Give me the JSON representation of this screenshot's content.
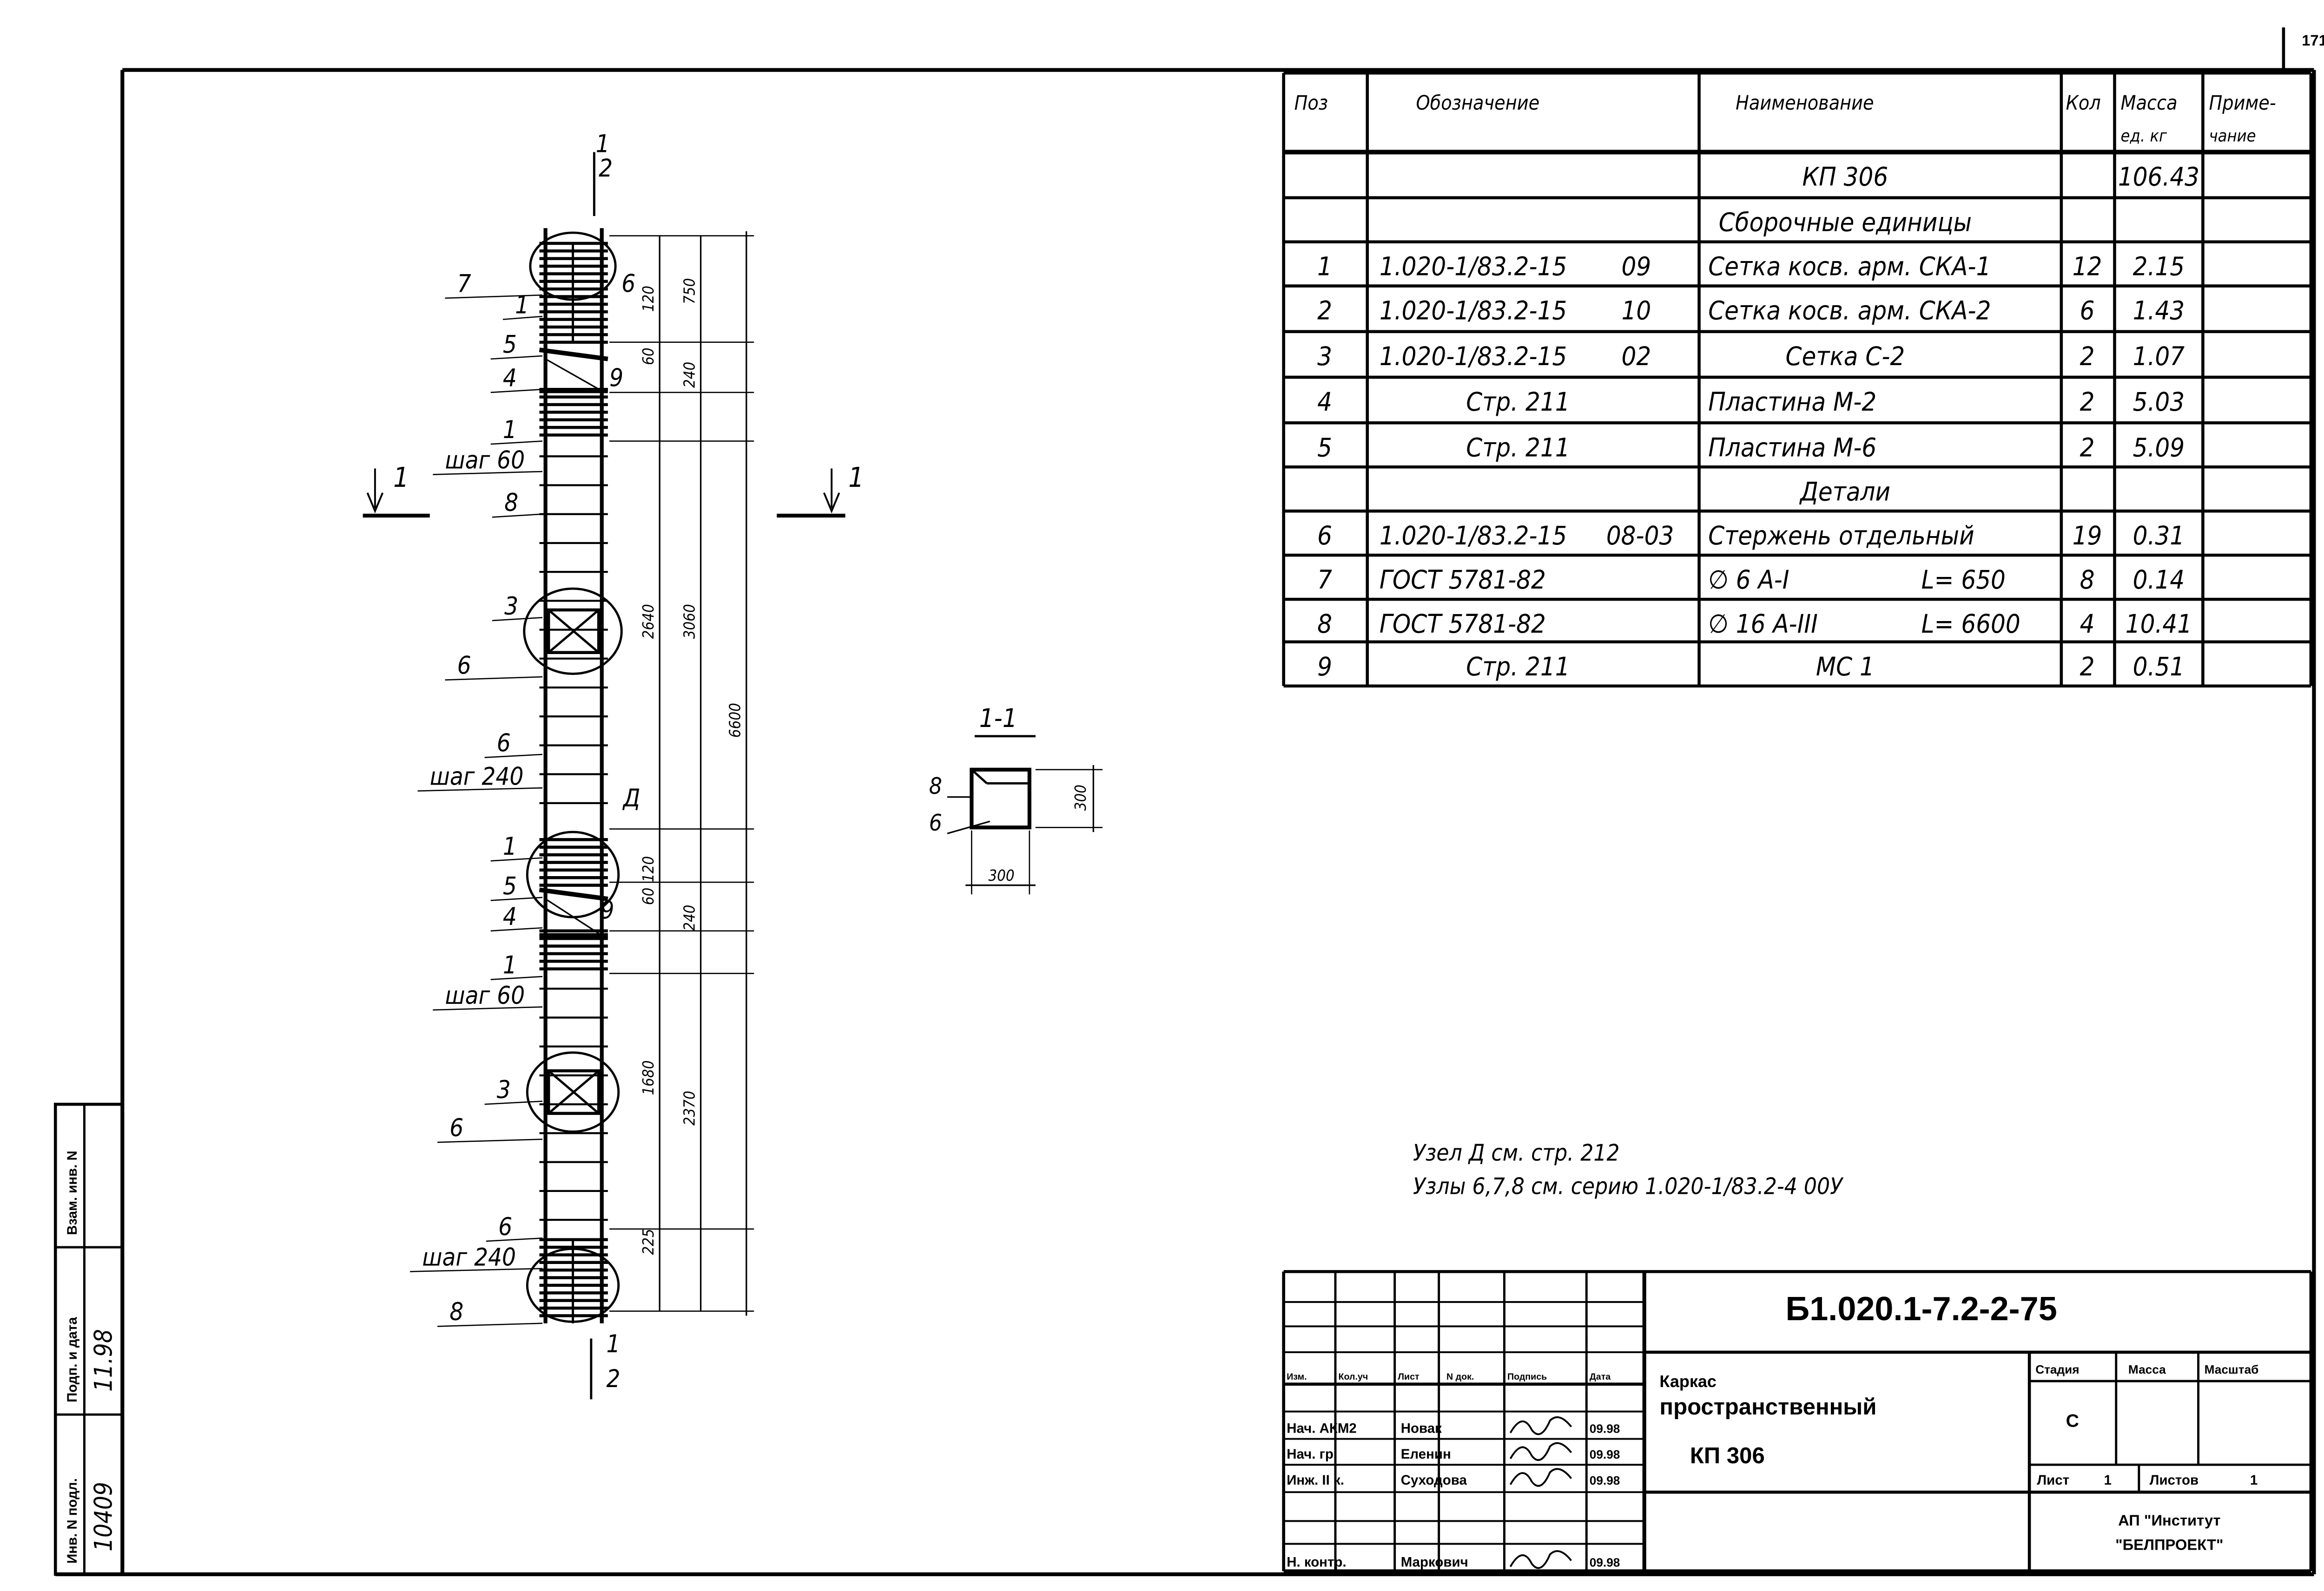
{
  "page_number": "171",
  "spec_table": {
    "headers": {
      "pos": "Поз",
      "designation": "Обозначение",
      "name": "Наименование",
      "qty": "Кол",
      "mass_1": "Масса",
      "mass_2": "ед. кг",
      "note_1": "Приме-",
      "note_2": "чание"
    },
    "rows": [
      {
        "pos": "",
        "designation": "",
        "code": "",
        "name": "КП 306",
        "qty": "",
        "mass": "106.43",
        "center": true
      },
      {
        "pos": "",
        "designation": "",
        "code": "",
        "name": "Сборочные единицы",
        "qty": "",
        "mass": "",
        "center": true
      },
      {
        "pos": "1",
        "designation": "1.020-1/83.2-15",
        "code": "09",
        "name": "Сетка косв. арм. СКА-1",
        "qty": "12",
        "mass": "2.15"
      },
      {
        "pos": "2",
        "designation": "1.020-1/83.2-15",
        "code": "10",
        "name": "Сетка косв. арм. СКА-2",
        "qty": "6",
        "mass": "1.43"
      },
      {
        "pos": "3",
        "designation": "1.020-1/83.2-15",
        "code": "02",
        "name": "Сетка С-2",
        "qty": "2",
        "mass": "1.07",
        "center": true
      },
      {
        "pos": "4",
        "designation": "Стр. 211",
        "code": "",
        "name": "Пластина М-2",
        "qty": "2",
        "mass": "5.03"
      },
      {
        "pos": "5",
        "designation": "Стр. 211",
        "code": "",
        "name": "Пластина М-6",
        "qty": "2",
        "mass": "5.09"
      },
      {
        "pos": "",
        "designation": "",
        "code": "",
        "name": "Детали",
        "qty": "",
        "mass": "",
        "center": true
      },
      {
        "pos": "6",
        "designation": "1.020-1/83.2-15",
        "code": "08-03",
        "name": "Стержень отдельный",
        "qty": "19",
        "mass": "0.31"
      },
      {
        "pos": "7",
        "designation": "ГОСТ 5781-82",
        "code": "",
        "name": "∅ 6 A-I",
        "length": "L= 650",
        "qty": "8",
        "mass": "0.14"
      },
      {
        "pos": "8",
        "designation": "ГОСТ 5781-82",
        "code": "",
        "name": "∅ 16 A-III",
        "length": "L= 6600",
        "qty": "4",
        "mass": "10.41"
      },
      {
        "pos": "9",
        "designation": "Стр. 211",
        "code": "",
        "name": "МС 1",
        "qty": "2",
        "mass": "0.51",
        "center": true
      }
    ]
  },
  "notes": [
    "Узел Д см. стр. 212",
    "Узлы 6,7,8 см. серию 1.020-1/83.2-4 00У"
  ],
  "drawing": {
    "section_mark": "1",
    "section_title": "1-1",
    "section_labels": {
      "rebar": "8",
      "bar": "6",
      "dim_h": "300",
      "dim_v": "300"
    },
    "leaders": [
      "1",
      "2",
      "7",
      "1",
      "6",
      "5",
      "4",
      "9",
      "1",
      "шаг 60",
      "8",
      "3",
      "6",
      "6",
      "шаг 240",
      "Д",
      "1",
      "5",
      "4",
      "9",
      "1",
      "шаг 60",
      "3",
      "6",
      "6",
      "шаг 240",
      "8",
      "1",
      "2"
    ],
    "dims_inner": [
      "120",
      "60",
      "2640",
      "120",
      "60",
      "1680",
      "225"
    ],
    "dims_middle": [
      "750",
      "240",
      "3060",
      "240",
      "2370"
    ],
    "dims_outer": [
      "6600"
    ]
  },
  "title_block": {
    "doc_code": "Б1.020.1-7.2-2-75",
    "title_1": "Каркас",
    "title_2": "пространственный",
    "title_3": "КП 306",
    "col_headers": [
      "Изм.",
      "Кол.уч",
      "Лист",
      "N док.",
      "Подпись",
      "Дата"
    ],
    "signers": [
      {
        "role": "Нач. АКМ2",
        "name": "Новак",
        "date": "09.98"
      },
      {
        "role": "Нач. гр.",
        "name": "Еленин",
        "date": "09.98"
      },
      {
        "role": "Инж. II к.",
        "name": "Суходова",
        "date": "09.98"
      },
      {
        "role": "Н. контр.",
        "name": "Маркович",
        "date": "09.98"
      }
    ],
    "stage_label": "Стадия",
    "mass_label": "Масса",
    "scale_label": "Масштаб",
    "stage": "С",
    "sheet_label": "Лист",
    "sheet": "1",
    "sheets_label": "Листов",
    "sheets": "1",
    "org_1": "АП \"Институт",
    "org_2": "\"БЕЛПРОЕКТ\""
  },
  "side_stamp": {
    "inv_label": "Инв. N подл.",
    "inv_value": "10409",
    "sign_label": "Подп. и дата",
    "sign_value": "11.98",
    "replace_label": "Взам. инв. N"
  }
}
